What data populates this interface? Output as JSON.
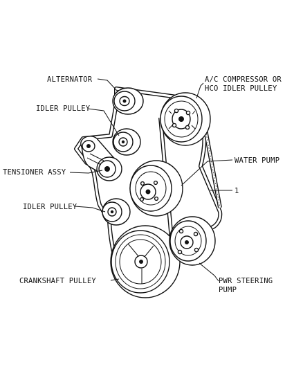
{
  "labels": {
    "alternator": "ALTERNATOR",
    "ac_line1": "A/C COMPRESSOR OR",
    "ac_line2": "HCO IDLER PULLEY",
    "idler_upper": "IDLER PULLEY",
    "water_pump": "WATER PUMP",
    "tensioner": "TENSIONER ASSY",
    "belt_callout": "1",
    "idler_lower": "IDLER PULLEY",
    "crankshaft": "CRANKSHAFT PULLEY",
    "pwr_line1": "PWR STEERING",
    "pwr_line2": "PUMP"
  },
  "colors": {
    "ink": "#111111",
    "background": "#ffffff"
  }
}
